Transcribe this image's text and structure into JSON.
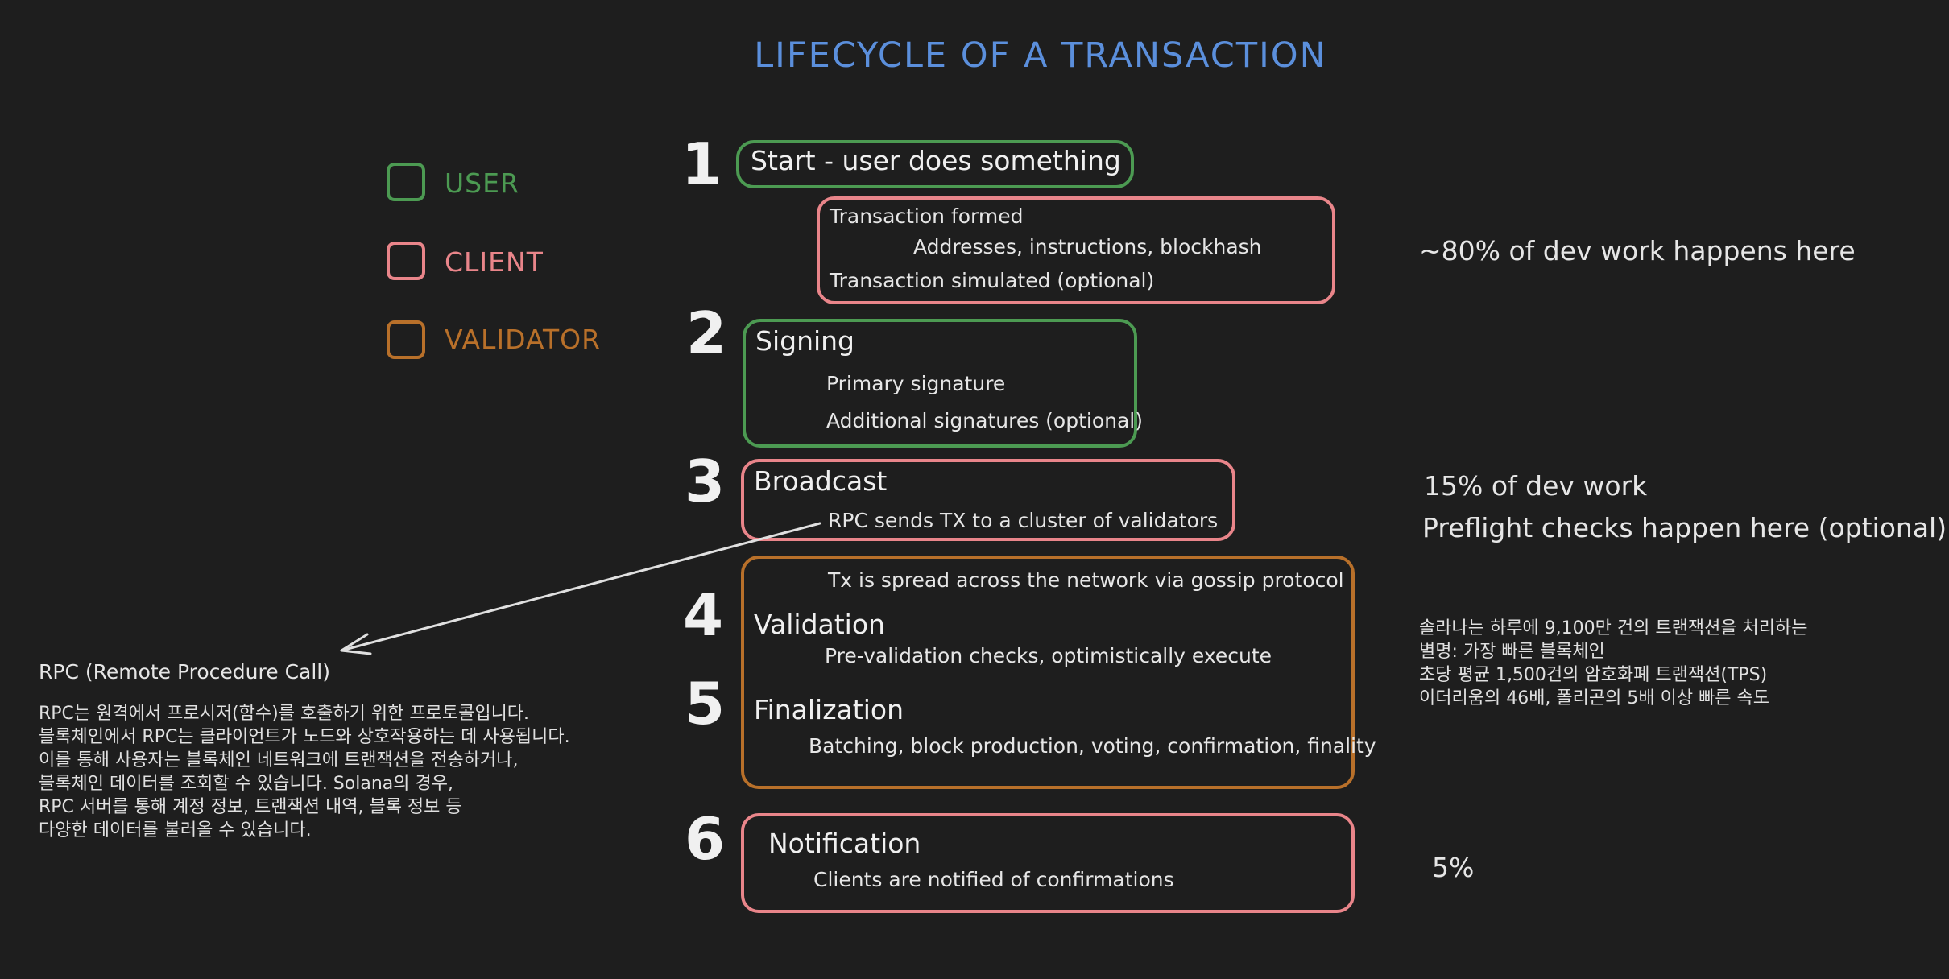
{
  "title": "LIFECYCLE OF A TRANSACTION",
  "colors": {
    "user": "#4c9a52",
    "client": "#e9858a",
    "validator": "#b8702a",
    "title": "#5b8fdc",
    "background": "#1e1e1e"
  },
  "legend": [
    {
      "label": "USER",
      "color": "#4c9a52"
    },
    {
      "label": "CLIENT",
      "color": "#e9858a"
    },
    {
      "label": "VALIDATOR",
      "color": "#b8702a"
    }
  ],
  "steps": {
    "s1": {
      "number": "1",
      "label": "Start - user does something"
    },
    "client_formed": {
      "line1": "Transaction formed",
      "line2": "Addresses, instructions, blockhash",
      "line3": "Transaction simulated (optional)"
    },
    "s2": {
      "number": "2",
      "label": "Signing",
      "line1": "Primary signature",
      "line2": "Additional signatures (optional)"
    },
    "s3": {
      "number": "3",
      "label": "Broadcast",
      "line1": "RPC sends TX to a cluster of validators"
    },
    "gossip": "Tx is spread across the network via gossip protocol",
    "s4": {
      "number": "4",
      "label": "Validation",
      "line1": "Pre-validation checks, optimistically execute"
    },
    "s5": {
      "number": "5",
      "label": "Finalization",
      "line1": "Batching, block production, voting, confirmation, finality"
    },
    "s6": {
      "number": "6",
      "label": "Notification",
      "line1": "Clients are notified of confirmations"
    }
  },
  "notes": {
    "dev80": "~80% of dev work happens here",
    "dev15": "15% of dev work",
    "preflight": "Preflight checks happen here (optional)",
    "solana": [
      "솔라나는 하루에 9,100만 건의 트랜잭션을 처리하는",
      "별명: 가장 빠른 블록체인",
      "초당 평균 1,500건의 암호화폐 트랜잭션(TPS)",
      "이더리움의 46배, 폴리곤의 5배 이상 빠른 속도"
    ],
    "dev5": "5%"
  },
  "rpc": {
    "title": "RPC (Remote Procedure Call)",
    "lines": [
      "RPC는 원격에서 프로시저(함수)를 호출하기 위한 프로토콜입니다.",
      "블록체인에서 RPC는 클라이언트가 노드와 상호작용하는 데 사용됩니다.",
      "이를 통해 사용자는 블록체인 네트워크에 트랜잭션을 전송하거나,",
      "블록체인 데이터를 조회할 수 있습니다. Solana의 경우,",
      "RPC 서버를 통해 계정 정보, 트랜잭션 내역, 블록 정보 등",
      "다양한 데이터를 불러올 수 있습니다."
    ]
  }
}
